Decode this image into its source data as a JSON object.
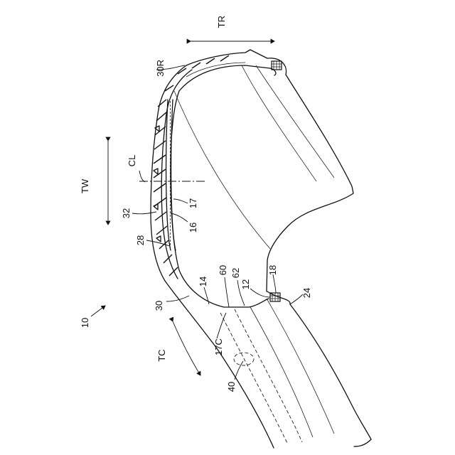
{
  "labels": {
    "figure_ref": "10",
    "tread_radial": "TR",
    "tread_radial_marker": "30R",
    "tread_width": "TW",
    "center_line": "CL",
    "tread": "32",
    "groove": "28",
    "belt_outer": "17",
    "belt_inner": "16",
    "sidewall": "30",
    "inner_liner": "14",
    "sensor_module": "60",
    "sensor_base": "62",
    "bead_filler": "12",
    "bead_core": "18",
    "rim_flange": "24",
    "tread_circumferential": "TC",
    "belt_center": "17C",
    "sensor_position": "40"
  },
  "colors": {
    "line": "#111111",
    "background": "#ffffff"
  }
}
